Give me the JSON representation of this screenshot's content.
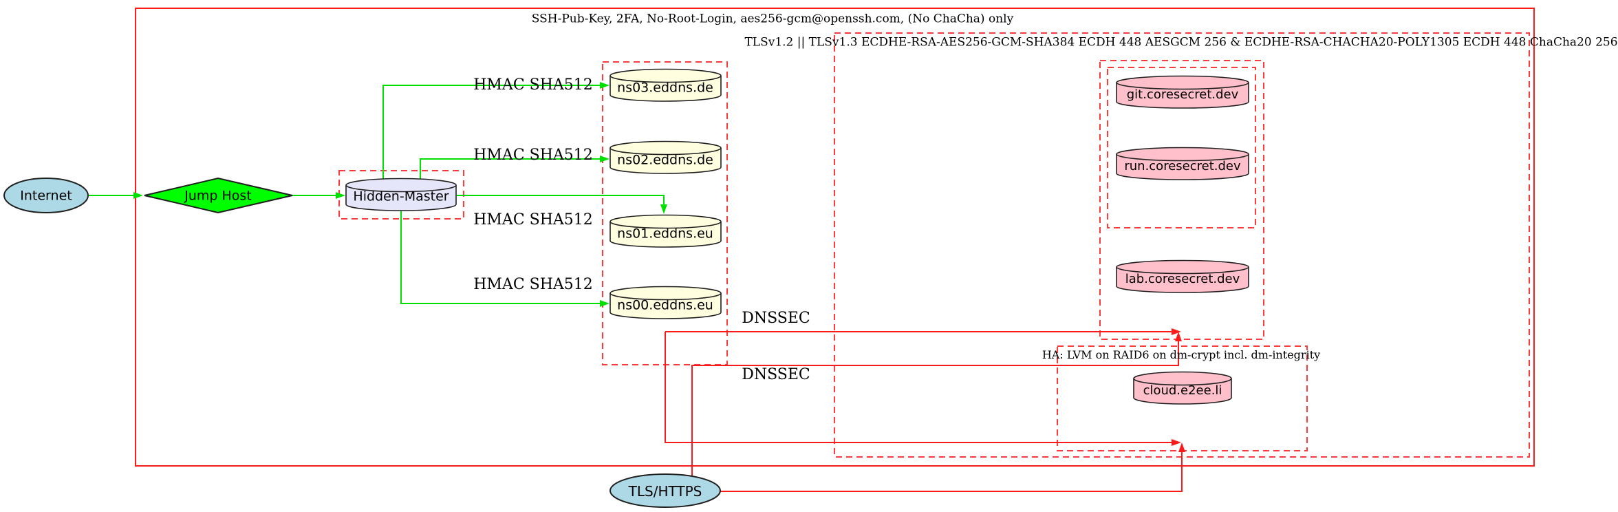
{
  "diagram": {
    "clusters": {
      "ssh": {
        "label": "SSH-Pub-Key, 2FA, No-Root-Login, aes256-gcm@openssh.com, (No ChaCha) only"
      },
      "tls": {
        "label": "TLSv1.2 || TLSv1.3 ECDHE-RSA-AES256-GCM-SHA384 ECDH 448 AESGCM 256 & ECDHE-RSA-CHACHA20-POLY1305 ECDH 448 ChaCha20 256"
      },
      "ha": {
        "label": "HA: LVM on RAID6 on dm-crypt incl. dm-integrity"
      }
    },
    "nodes": {
      "internet": {
        "label": "Internet"
      },
      "jump_host": {
        "label": "Jump Host"
      },
      "hidden_master": {
        "label": "Hidden-Master"
      },
      "ns03": {
        "label": "ns03.eddns.de"
      },
      "ns02": {
        "label": "ns02.eddns.de"
      },
      "ns01": {
        "label": "ns01.eddns.eu"
      },
      "ns00": {
        "label": "ns00.eddns.eu"
      },
      "git": {
        "label": "git.coresecret.dev"
      },
      "run": {
        "label": "run.coresecret.dev"
      },
      "lab": {
        "label": "lab.coresecret.dev"
      },
      "cloud": {
        "label": "cloud.e2ee.li"
      },
      "tls_https": {
        "label": "TLS/HTTPS"
      }
    },
    "edge_labels": {
      "hmac_ns03": "HMAC SHA512",
      "hmac_ns02": "HMAC SHA512",
      "hmac_ns01": "HMAC SHA512",
      "hmac_ns00": "HMAC SHA512",
      "dnssec_1": "DNSSEC",
      "dnssec_2": "DNSSEC"
    },
    "colors": {
      "cluster_border_red": "#ff0000",
      "secure_edge_green": "#00e000",
      "dnssec_edge_red": "#ff0000",
      "internet_fill": "#add8e6",
      "tls_https_fill": "#add8e6",
      "jump_host_fill": "#00ff00",
      "hidden_master_fill": "#e6e6fa",
      "dns_server_fill": "#ffffe0",
      "service_fill": "#ffc0cb",
      "outline_black": "#1f1f1f"
    }
  }
}
